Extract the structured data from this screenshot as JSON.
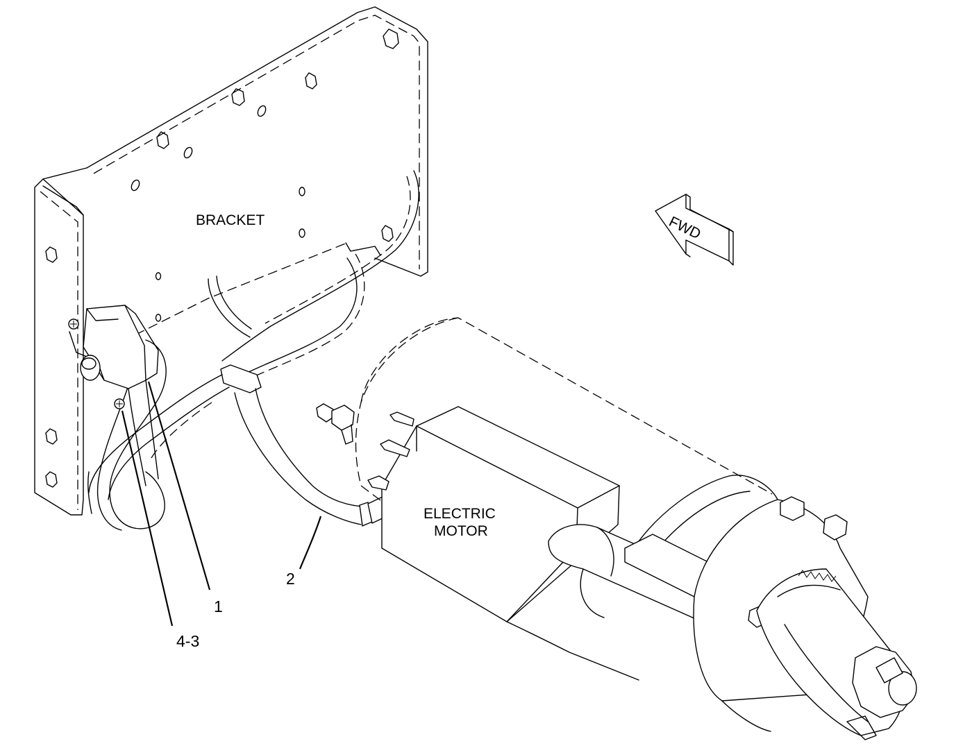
{
  "labels": {
    "bracket": "BRACKET",
    "motor_line1": "ELECTRIC",
    "motor_line2": "MOTOR",
    "fwd": "FWD"
  },
  "callouts": {
    "item_1": "1",
    "item_2": "2",
    "item_4_3": "4-3"
  }
}
